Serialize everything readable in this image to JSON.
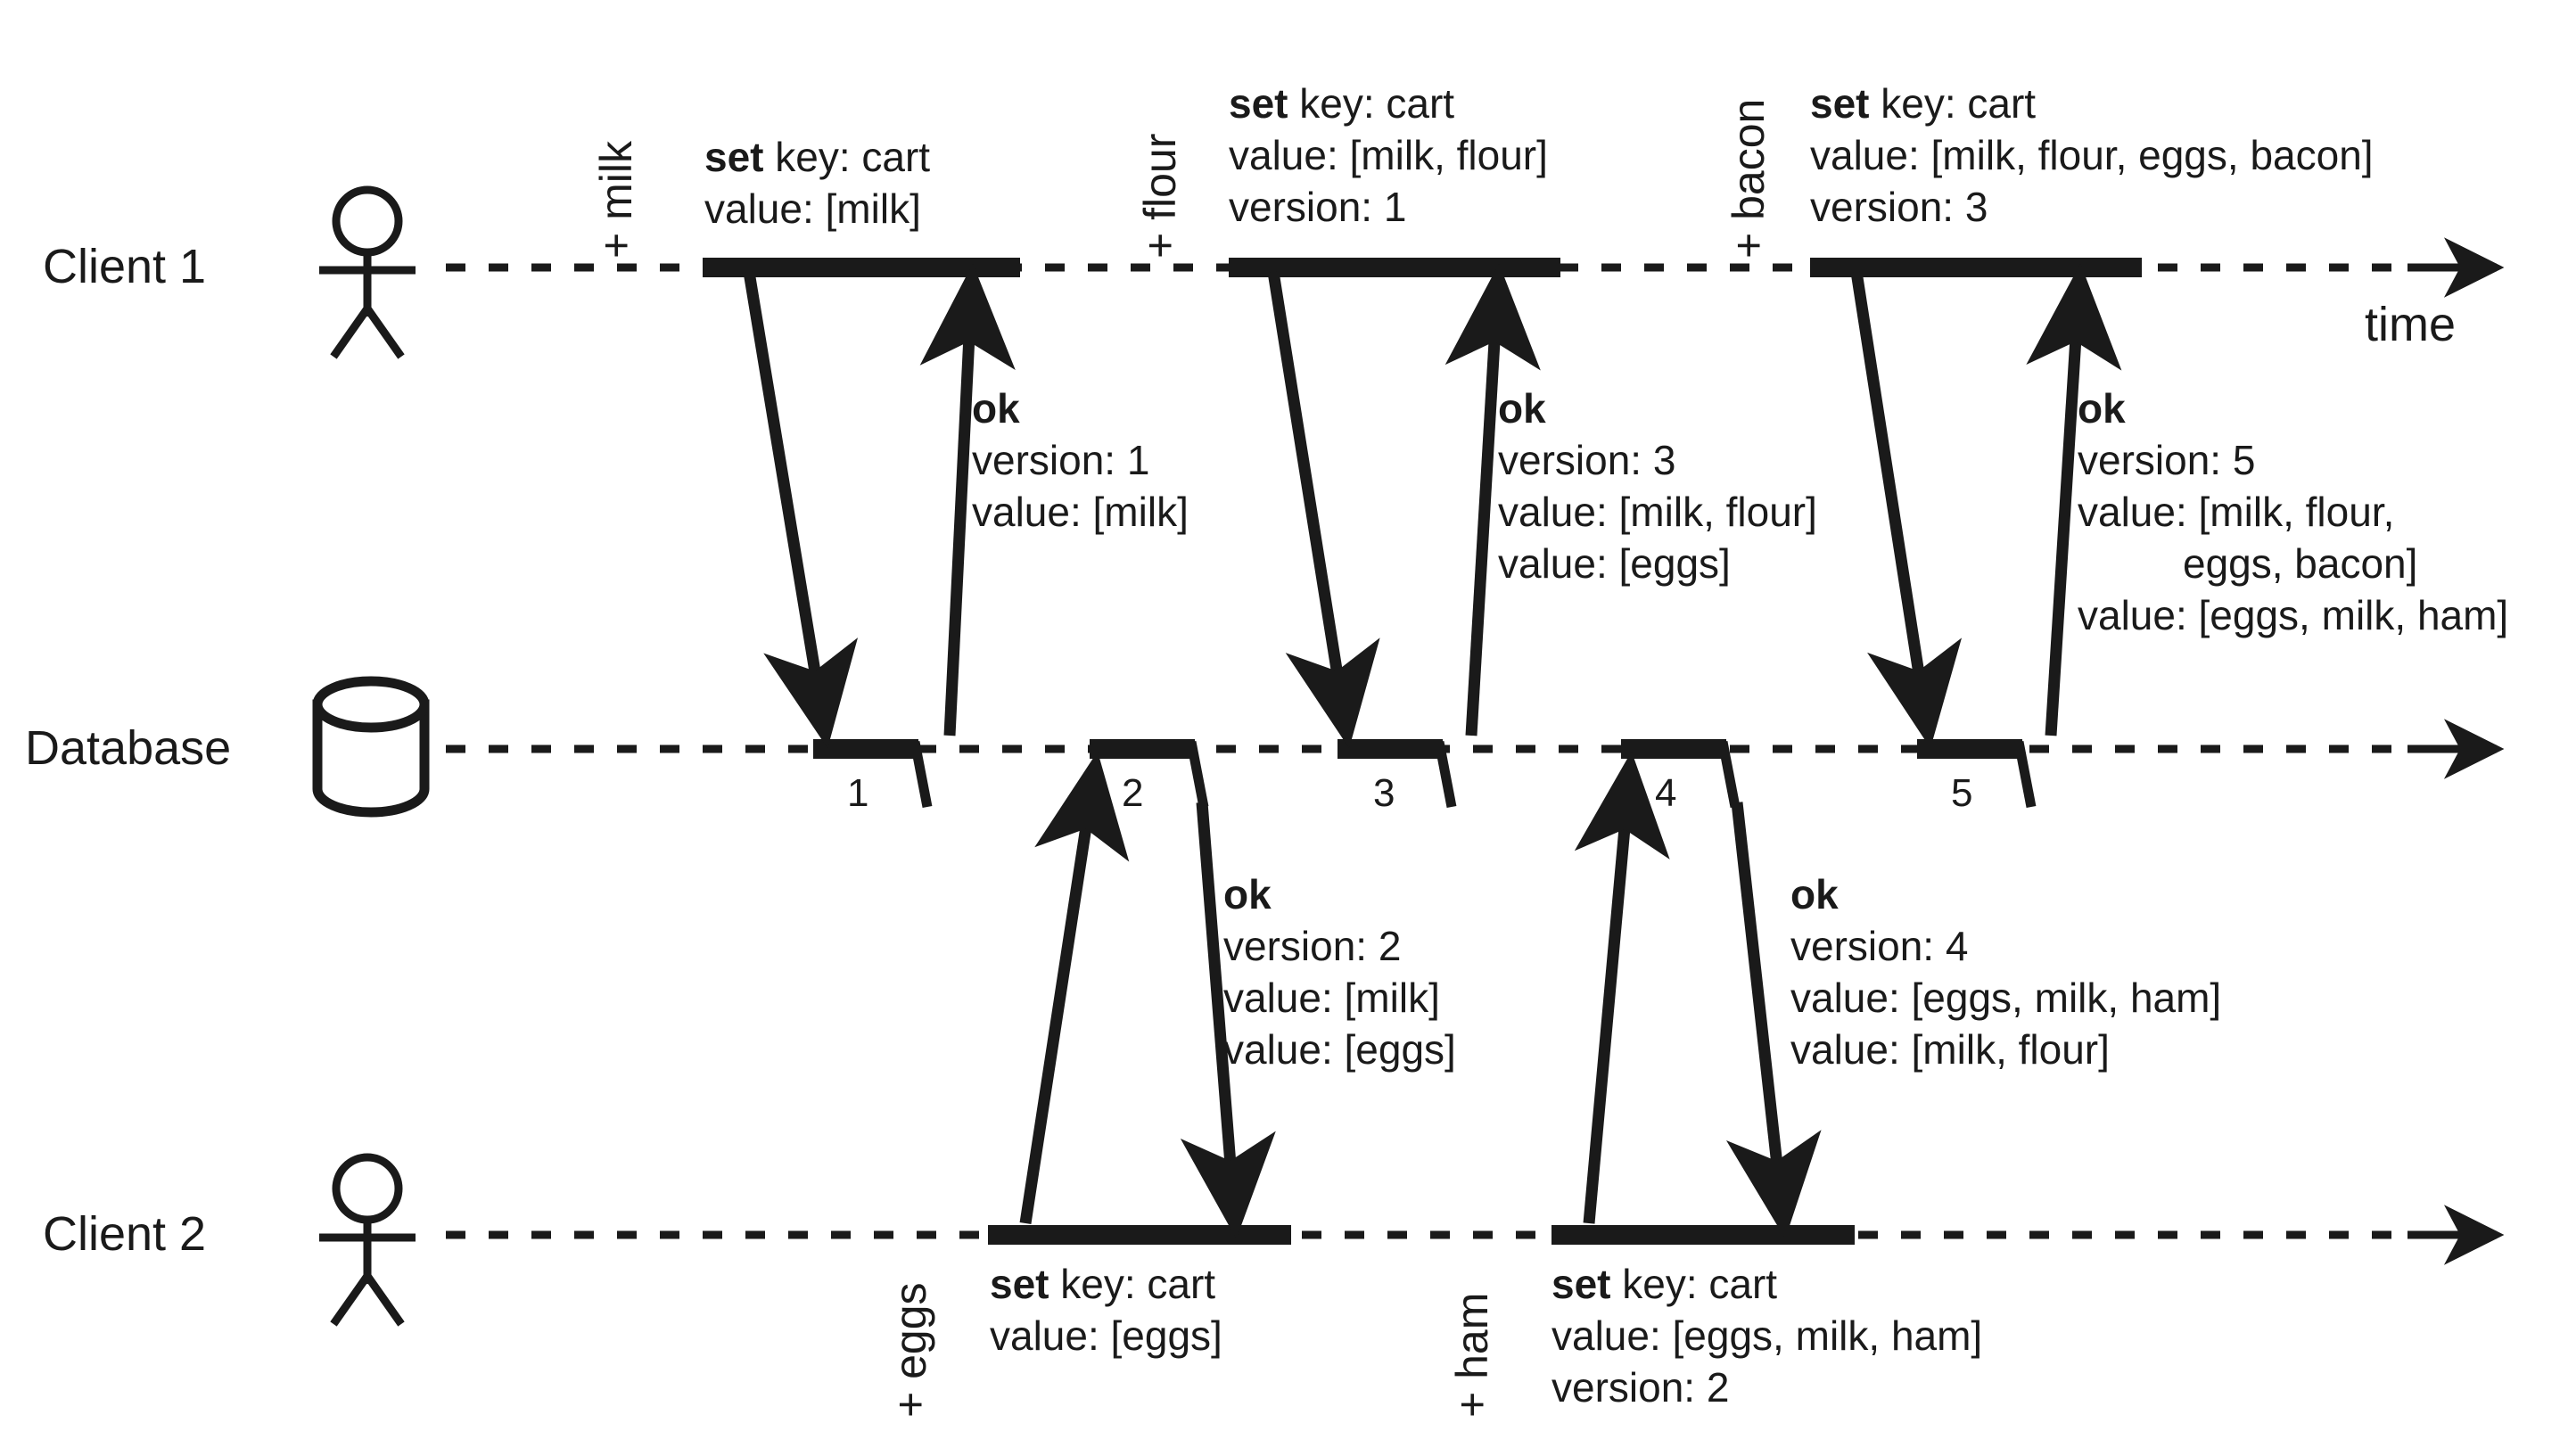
{
  "diagram": {
    "title": "Concurrent writes with version vectors sequence diagram",
    "time_label": "time",
    "stroke_color": "#1a1a1a",
    "background": "#ffffff"
  },
  "lifelines": [
    {
      "id": "client1",
      "label": "Client 1",
      "icon": "actor-stick-figure"
    },
    {
      "id": "database",
      "label": "Database",
      "icon": "database-cylinder"
    },
    {
      "id": "client2",
      "label": "Client 2",
      "icon": "actor-stick-figure"
    }
  ],
  "client1_actions": [
    {
      "label": "+ milk"
    },
    {
      "label": "+ flour"
    },
    {
      "label": "+ bacon"
    }
  ],
  "client2_actions": [
    {
      "label": "+ eggs"
    },
    {
      "label": "+ ham"
    }
  ],
  "client1_requests": [
    {
      "keyword": "set",
      "line1": "key: cart",
      "line2": "value: [milk]",
      "line3": ""
    },
    {
      "keyword": "set",
      "line1": "key: cart",
      "line2": "value: [milk, flour]",
      "line3": "version: 1"
    },
    {
      "keyword": "set",
      "line1": "key: cart",
      "line2": "value: [milk, flour, eggs, bacon]",
      "line3": "version: 3"
    }
  ],
  "client1_responses": [
    {
      "keyword": "ok",
      "line1": "version: 1",
      "line2": "value: [milk]",
      "line3": "",
      "line4": ""
    },
    {
      "keyword": "ok",
      "line1": "version: 3",
      "line2": "value: [milk, flour]",
      "line3": "value: [eggs]",
      "line4": ""
    },
    {
      "keyword": "ok",
      "line1": "version: 5",
      "line2": "value: [milk, flour,",
      "line3": "eggs, bacon]",
      "line4": "value: [eggs, milk, ham]"
    }
  ],
  "client2_responses": [
    {
      "keyword": "ok",
      "line1": "version: 2",
      "line2": "value: [milk]",
      "line3": "value: [eggs]"
    },
    {
      "keyword": "ok",
      "line1": "version: 4",
      "line2": "value: [eggs, milk, ham]",
      "line3": "value: [milk, flour]"
    }
  ],
  "client2_requests": [
    {
      "keyword": "set",
      "line1": "key: cart",
      "line2": "value: [eggs]",
      "line3": ""
    },
    {
      "keyword": "set",
      "line1": "key: cart",
      "line2": "value: [eggs, milk, ham]",
      "line3": "version: 2"
    }
  ],
  "database_events": [
    {
      "seq": "1"
    },
    {
      "seq": "2"
    },
    {
      "seq": "3"
    },
    {
      "seq": "4"
    },
    {
      "seq": "5"
    }
  ]
}
